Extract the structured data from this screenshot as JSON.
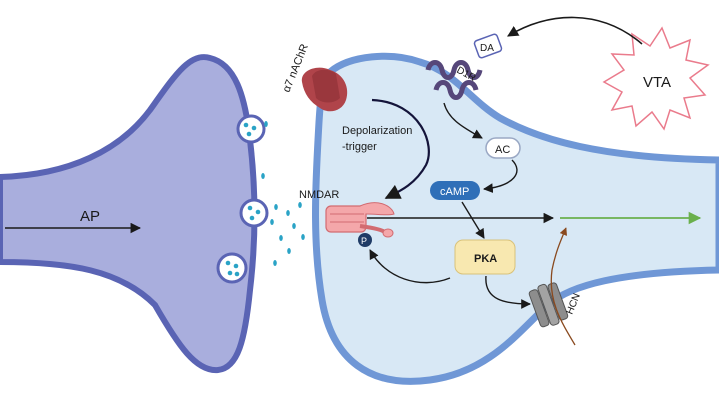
{
  "labels": {
    "ap": "AP",
    "nachr": "α7 nAChR",
    "depolarization_line1": "Depolarization",
    "depolarization_line2": "-trigger",
    "nmdar": "NMDAR",
    "phospho": "P",
    "d1r": "D1R",
    "da": "DA",
    "vta": "VTA",
    "ac": "AC",
    "camp": "cAMP",
    "pka": "PKA",
    "hcn": "HCN"
  },
  "colors": {
    "presynaptic_fill": "#a9aedd",
    "presynaptic_border": "#5a64b4",
    "postsynaptic_fill": "#d8e8f5",
    "postsynaptic_border": "#6f97d6",
    "vesicle_dot": "#2aa3c6",
    "nachr": "#b0444a",
    "nmdar": "#f4a7aa",
    "receptor_d1r": "#56477a",
    "camp": "#2f6fb8",
    "pka": "#f8e8b0",
    "hcn": "#8d8d8d",
    "output_arrow": "#6ab04c",
    "vta_outline": "#ea7b8c",
    "arrow": "#1a1a1a"
  }
}
